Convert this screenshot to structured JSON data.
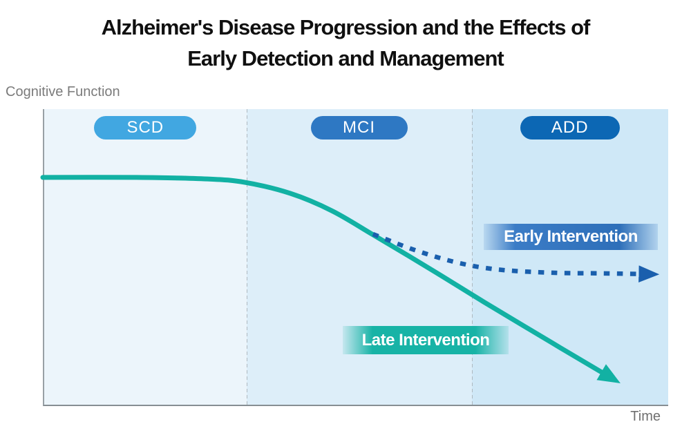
{
  "title": {
    "line1": "Alzheimer's Disease Progression and the Effects of",
    "line2": "Early Detection and Management"
  },
  "axes": {
    "y_label": "Cognitive Function",
    "x_label": "Time"
  },
  "stages": [
    {
      "label": "SCD",
      "badge_color": "#41a7e1",
      "region_color": "#ecf5fb"
    },
    {
      "label": "MCI",
      "badge_color": "#2e78c3",
      "region_color": "#ddeef9"
    },
    {
      "label": "ADD",
      "badge_color": "#0c67b4",
      "region_color": "#cfe8f7"
    }
  ],
  "annotations": [
    {
      "label": "Early Intervention",
      "color": "#3b7cc6"
    },
    {
      "label": "Late Intervention",
      "color": "#17b3a6"
    }
  ],
  "chart_data": {
    "type": "line",
    "title": "Alzheimer's Disease Progression and the Effects of Early Detection and Management",
    "xlabel": "Time",
    "ylabel": "Cognitive Function",
    "x_range": [
      0,
      100
    ],
    "y_range": [
      0,
      100
    ],
    "grid": false,
    "legend_position": "inline-annotations",
    "stage_regions": [
      {
        "label": "SCD",
        "x_start_pct": 0,
        "x_end_pct": 32.4
      },
      {
        "label": "MCI",
        "x_start_pct": 32.4,
        "x_end_pct": 68.5
      },
      {
        "label": "ADD",
        "x_start_pct": 68.5,
        "x_end_pct": 100
      }
    ],
    "series": [
      {
        "name": "Late Intervention",
        "style": "solid",
        "color": "#12b1a3",
        "arrow_end": true,
        "points": [
          [
            0,
            77
          ],
          [
            15,
            77
          ],
          [
            26.3,
            76.5
          ],
          [
            32.4,
            75.3
          ],
          [
            39.6,
            71.6
          ],
          [
            46.2,
            65.8
          ],
          [
            52.8,
            57.7
          ],
          [
            61.7,
            46.5
          ],
          [
            70.5,
            35.1
          ],
          [
            81.5,
            21.2
          ],
          [
            89.5,
            11.2
          ]
        ]
      },
      {
        "name": "Early Intervention",
        "style": "dashed",
        "color": "#1a5fad",
        "arrow_end": true,
        "branch_from": "Late Intervention",
        "points": [
          [
            52.8,
            57.9
          ],
          [
            59.4,
            52.6
          ],
          [
            66.1,
            48.4
          ],
          [
            72.7,
            46.0
          ],
          [
            81.5,
            44.9
          ],
          [
            89.3,
            44.7
          ],
          [
            95.5,
            44.5
          ]
        ]
      }
    ]
  }
}
